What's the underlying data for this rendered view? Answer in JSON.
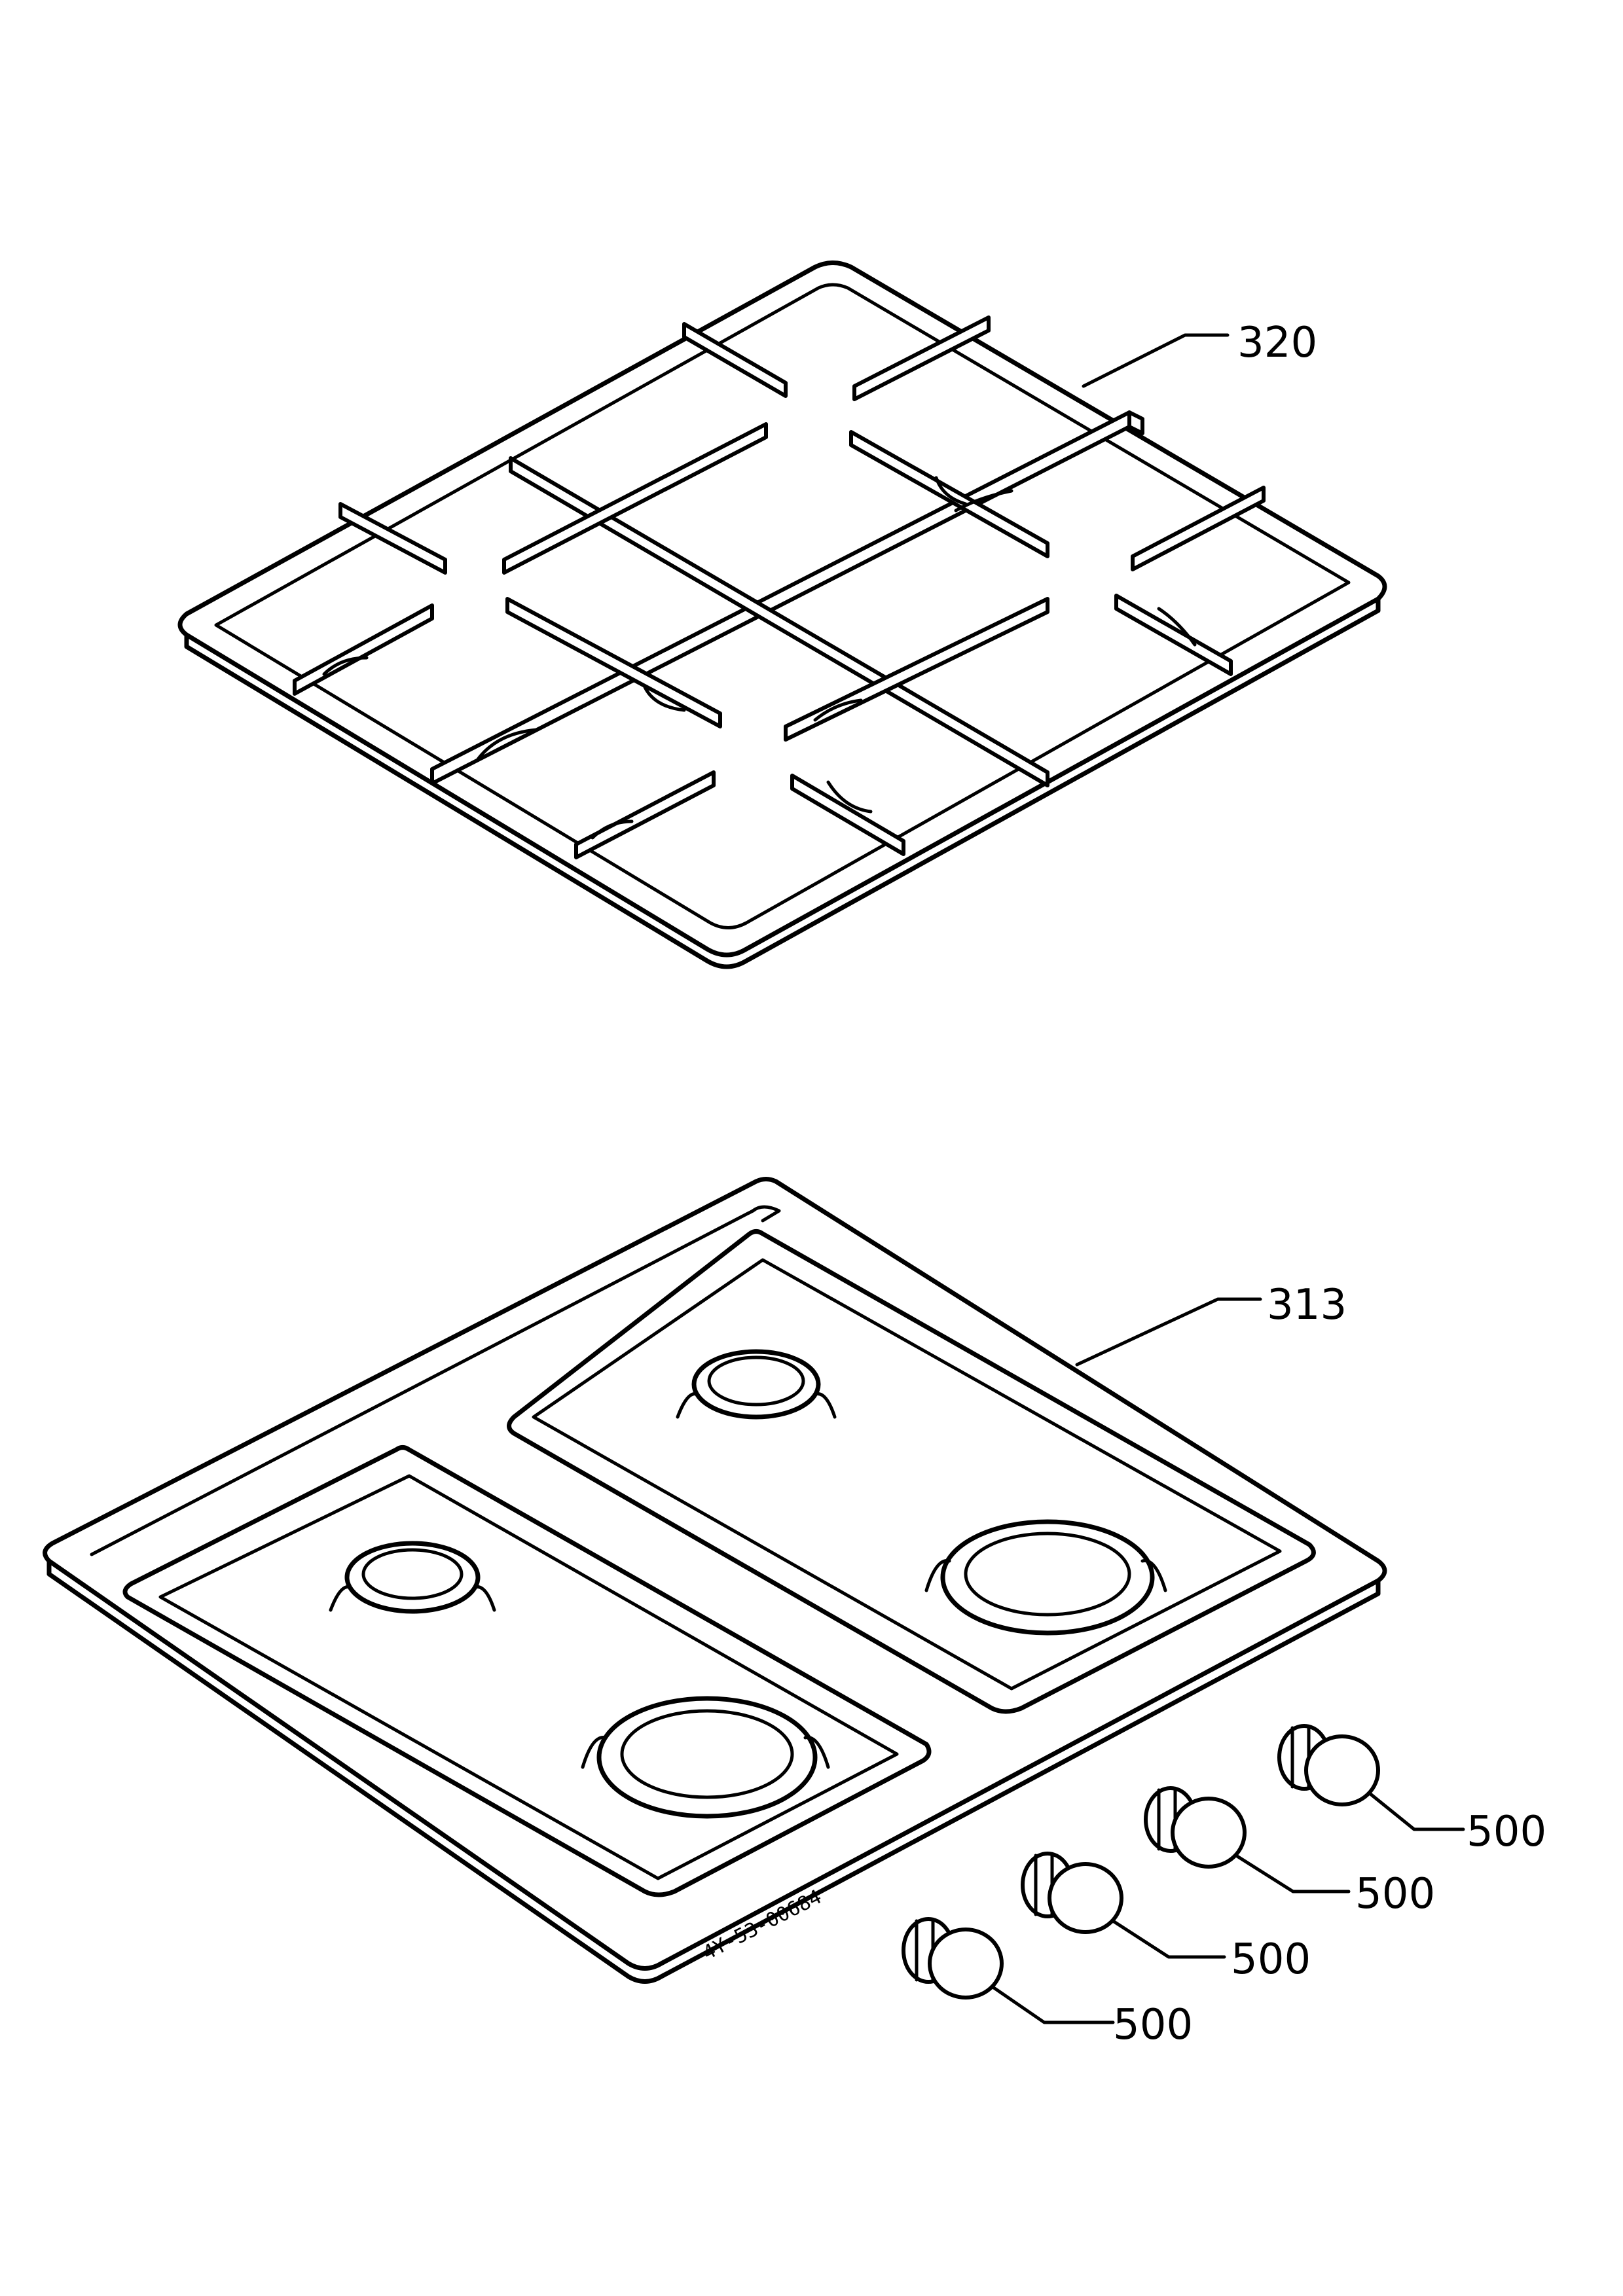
{
  "callouts": {
    "grate": "320",
    "hob_top": "313",
    "knob_1": "500",
    "knob_2": "500",
    "knob_3": "500",
    "knob_4": "500"
  },
  "drawing_code": "4Y-53-00684"
}
